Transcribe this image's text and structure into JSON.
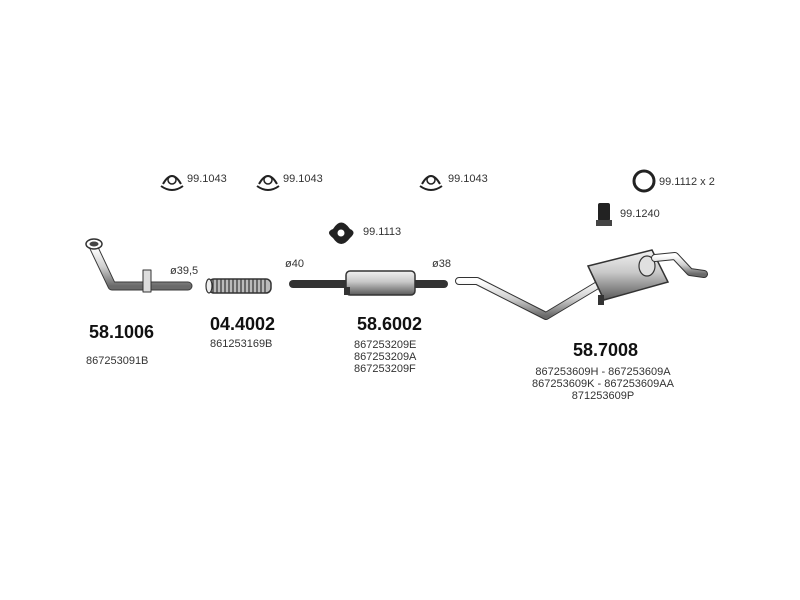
{
  "accessories": {
    "clamp_1": "99.1043",
    "clamp_2": "99.1043",
    "clamp_3": "99.1043",
    "ring": "99.1112 x 2",
    "mount_1113": "99.1113",
    "hanger": "99.1240"
  },
  "diameters": {
    "d1": "ø39,5",
    "d2": "ø40",
    "d3": "ø38"
  },
  "parts": {
    "p1": {
      "number": "58.1006",
      "oem": [
        "867253091B"
      ]
    },
    "p2": {
      "number": "04.4002",
      "oem": [
        "861253169B"
      ]
    },
    "p3": {
      "number": "58.6002",
      "oem": [
        "867253209E",
        "867253209A",
        "867253209F"
      ]
    },
    "p4": {
      "number": "58.7008",
      "oem": [
        "867253609H - 867253609A",
        "867253609K - 867253609AA",
        "871253609P"
      ]
    }
  }
}
